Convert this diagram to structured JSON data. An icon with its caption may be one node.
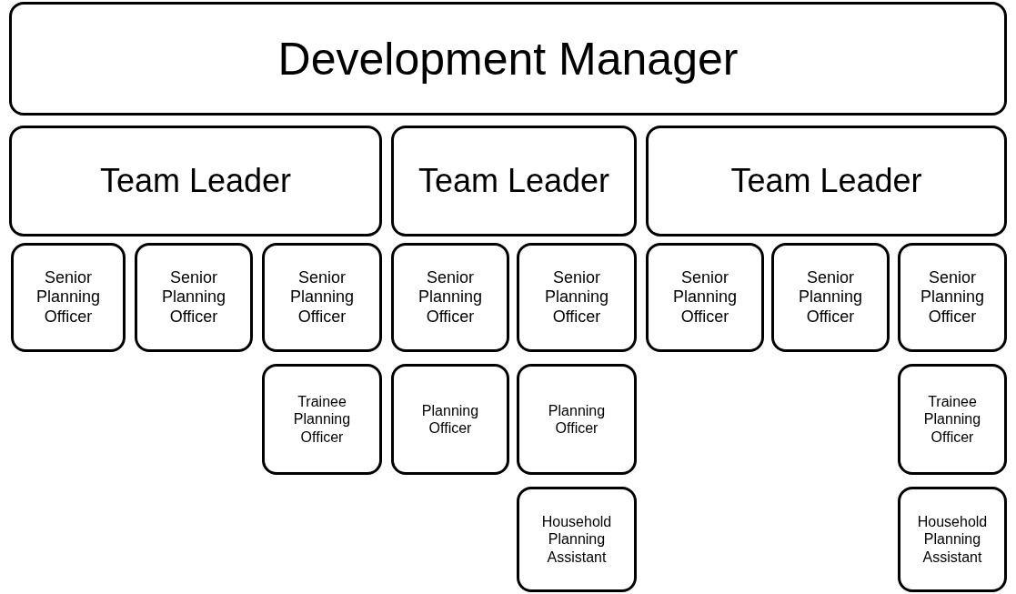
{
  "diagram": {
    "nodes": [
      {
        "text": [
          "Development Manager"
        ]
      },
      {
        "text": [
          "Team Leader"
        ]
      },
      {
        "text": [
          "Team Leader"
        ]
      },
      {
        "text": [
          "Team Leader"
        ]
      },
      {
        "text": [
          "Senior Planning Officer"
        ]
      },
      {
        "text": [
          "Senior Planning Officer"
        ]
      },
      {
        "text": [
          "Senior Planning Officer"
        ]
      },
      {
        "text": [
          "Senior Planning Officer"
        ]
      },
      {
        "text": [
          "Senior Planning Officer"
        ]
      },
      {
        "text": [
          "Senior Planning Officer"
        ]
      },
      {
        "text": [
          "Senior Planning Officer"
        ]
      },
      {
        "text": [
          "Senior Planning Officer"
        ]
      },
      {
        "text": [
          "Trainee Planning Officer"
        ]
      },
      {
        "text": [
          "Planning Officer"
        ]
      },
      {
        "text": [
          "Planning Officer"
        ]
      },
      {
        "text": [
          "Trainee Planning Officer"
        ]
      },
      {
        "text": [
          "Household Planning Assistant"
        ]
      },
      {
        "text": [
          "Household Planning Assistant"
        ]
      }
    ]
  }
}
